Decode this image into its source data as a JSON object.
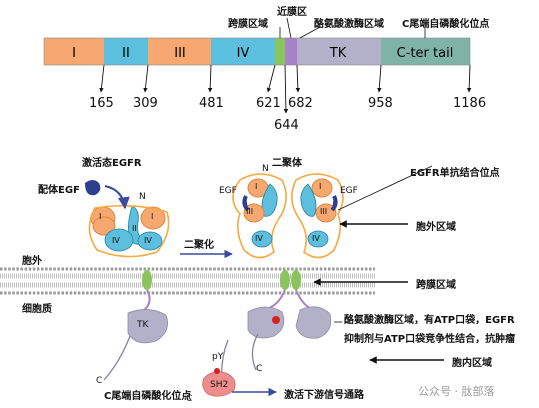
{
  "domain_bar": {
    "top_labels": {
      "transmembrane": "跨膜区域",
      "juxtamembrane": "近膜区",
      "tk_region": "酪氨酸激酶区域",
      "cterm_phos": "C尾端自磷酸化位点"
    },
    "segments": [
      {
        "label": "I",
        "color": "#f7a870"
      },
      {
        "label": "II",
        "color": "#5bbfdd"
      },
      {
        "label": "III",
        "color": "#f7a870"
      },
      {
        "label": "IV",
        "color": "#5bbfdd"
      },
      {
        "label": "",
        "color": "#8ac45a"
      },
      {
        "label": "",
        "color": "#a782c6"
      },
      {
        "label": "TK",
        "color": "#b3b1c9"
      },
      {
        "label": "C-ter tail",
        "color": "#7fb3a8"
      }
    ],
    "positions": [
      "165",
      "309",
      "481",
      "621",
      "682",
      "958",
      "1186"
    ],
    "position_644": "644"
  },
  "diagram": {
    "active_egfr": "激活态EGFR",
    "dimer": "二聚体",
    "ligand_egf": "配体EGF",
    "n_left": "N",
    "egf_left": "EGF",
    "egf_right": "EGF",
    "n_right": "N",
    "dimerization": "二聚化",
    "egfr_mab_site": "EGFR单抗结合位点",
    "extracellular_domain": "胞外区域",
    "extracellular": "胞外",
    "cytoplasm": "细胞质",
    "tm_domain": "跨膜区域",
    "tk_note_line1": "酪氨酸激酶区域，有ATP口袋，EGFR",
    "tk_note_line2": "抑制剂与ATP口袋竞争性结合，抗肿瘤",
    "intracellular_domain": "胞内区域",
    "cterm_phos": "C尾端自磷酸化位点",
    "downstream": "激活下游信号通路",
    "tk": "TK",
    "sh2": "SH2",
    "py": "pY",
    "c_left": "C",
    "c_mid": "C",
    "c_right": "C",
    "d_I": "I",
    "d_II": "II",
    "d_III": "III",
    "d_IV": "IV",
    "watermark": "公众号 · 肽部落"
  },
  "colors": {
    "orange": "#f7a870",
    "blue": "#5bbfdd",
    "green": "#8ac45a",
    "purple": "#a782c6",
    "tk": "#b3b1c9",
    "cterm": "#7fb3a8",
    "arrow": "#3b4a9e",
    "egf": "#2f3e8f",
    "sh2": "#ef8d8d"
  }
}
